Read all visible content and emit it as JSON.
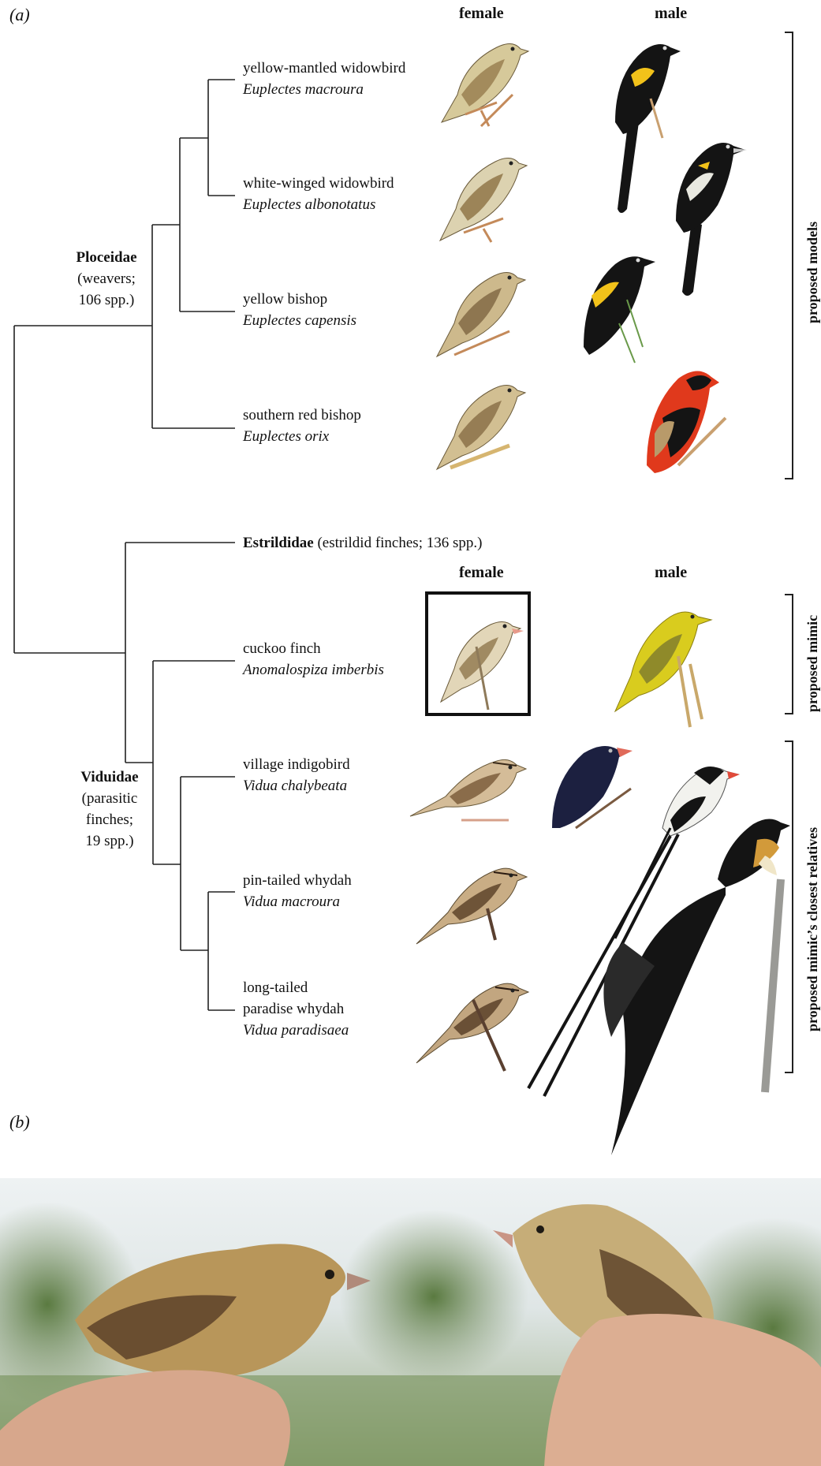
{
  "panel_a_label": "(a)",
  "panel_b_label": "(b)",
  "column_headers": {
    "top_female": "female",
    "top_male": "male",
    "bottom_female": "female",
    "bottom_male": "male"
  },
  "families": {
    "ploceidae": {
      "name": "Ploceidae",
      "line2": "(weavers;",
      "line3": "106 spp.)"
    },
    "estrildidae": {
      "name": "Estrildidae",
      "rest": " (estrildid finches; 136 spp.)"
    },
    "viduidae": {
      "name": "Viduidae",
      "line2": "(parasitic",
      "line3": "finches;",
      "line4": "19 spp.)"
    }
  },
  "species": [
    {
      "common": "yellow-mantled widowbird",
      "scientific": "Euplectes macroura"
    },
    {
      "common": "white-winged widowbird",
      "scientific": "Euplectes albonotatus"
    },
    {
      "common": "yellow bishop",
      "scientific": "Euplectes capensis"
    },
    {
      "common": "southern red bishop",
      "scientific": "Euplectes orix"
    },
    {
      "common": "cuckoo finch",
      "scientific": "Anomalospiza imberbis"
    },
    {
      "common": "village indigobird",
      "scientific": "Vidua chalybeata"
    },
    {
      "common": "pin-tailed whydah",
      "scientific": "Vidua macroura"
    },
    {
      "common_line1": "long-tailed",
      "common_line2": "paradise whydah",
      "scientific": "Vidua paradisaea"
    }
  ],
  "brackets": {
    "models": "proposed models",
    "mimic": "proposed mimic",
    "relatives": "proposed mimic’s closest relatives"
  },
  "colors": {
    "tree_line": "#222222",
    "female_plumage": "#c8b48a",
    "black_plumage": "#141414",
    "yellow_patch": "#f2c21a",
    "red_bishop": "#e0391c",
    "cuckoo_male": "#d9cc1e",
    "indigo": "#1c2040",
    "sky": "#e8eef0",
    "foliage": "#5f7a48"
  }
}
